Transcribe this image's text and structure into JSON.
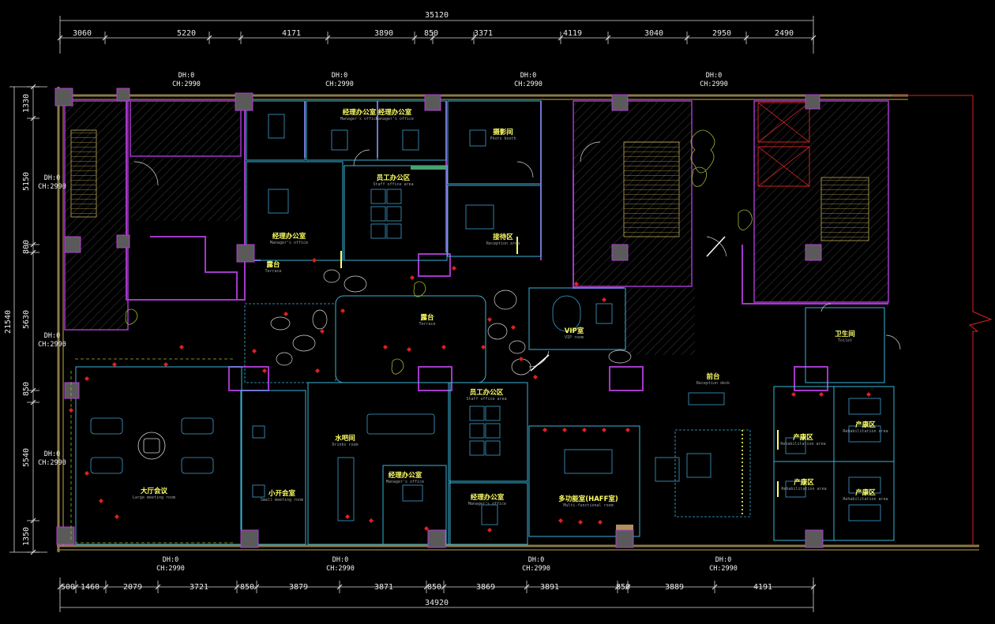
{
  "top_dims": {
    "total": "35120",
    "segments": [
      "3060",
      "5220",
      "4171",
      "3890",
      "850",
      "3371",
      "4119",
      "3040",
      "2950",
      "2490"
    ]
  },
  "bottom_dims": {
    "total": "34920",
    "segments": [
      "500",
      "1460",
      "2079",
      "3721",
      "850",
      "3879",
      "3871",
      "850",
      "3869",
      "3891",
      "850",
      "3889",
      "4191"
    ]
  },
  "left_dims": {
    "total": "21540",
    "segments": [
      "1330",
      "5150",
      "800",
      "5630",
      "850",
      "5540",
      "1350"
    ]
  },
  "heights": {
    "dh": "DH:0",
    "ch": "CH:2990"
  },
  "rooms": {
    "manager_office_1": {
      "name": "经理办公室",
      "sub": "Manager's office"
    },
    "manager_office_2": {
      "name": "经理办公室",
      "sub": "Manager's office"
    },
    "manager_office_3": {
      "name": "经理办公室",
      "sub": "Manager's office"
    },
    "manager_office_4": {
      "name": "经理办公室",
      "sub": "Manager's office"
    },
    "manager_office_5": {
      "name": "经理办公室",
      "sub": "Manager's office"
    },
    "photo_room": {
      "name": "摄影间",
      "sub": "Photo booth"
    },
    "staff_office_1": {
      "name": "员工办公区",
      "sub": "Staff office area"
    },
    "staff_office_2": {
      "name": "员工办公区",
      "sub": "Staff office area"
    },
    "reception_area": {
      "name": "接待区",
      "sub": "Reception area"
    },
    "terrace_1": {
      "name": "露台",
      "sub": "Terrace"
    },
    "terrace_2": {
      "name": "露台",
      "sub": "Terrace"
    },
    "vip_room": {
      "name": "VIP室",
      "sub": "VIP room"
    },
    "toilet": {
      "name": "卫生间",
      "sub": "Toilet"
    },
    "front_desk": {
      "name": "前台",
      "sub": "Reception desk"
    },
    "large_meeting": {
      "name": "大厅会议",
      "sub": "Large meeting room"
    },
    "small_meeting": {
      "name": "小开会室",
      "sub": "Small meeting room"
    },
    "water_bar": {
      "name": "水吧间",
      "sub": "Drinks room"
    },
    "multi_meeting": {
      "name": "多功能室(HAFF室)",
      "sub": "Multi-functional room"
    },
    "rehab_1": {
      "name": "产康区",
      "sub": "Rehabilitation area"
    },
    "rehab_2": {
      "name": "产康区",
      "sub": "Rehabilitation area"
    },
    "rehab_3": {
      "name": "产康区",
      "sub": "Rehabilitation area"
    },
    "rehab_4": {
      "name": "产康区",
      "sub": "Rehabilitation area"
    }
  },
  "colors": {
    "background": "#000000",
    "wall": "#8a7a48",
    "partition_purple": "#a338c8",
    "furniture_cyan": "#3fa0d0",
    "label_yellow": "#ffff66",
    "plant_green": "#9ab830",
    "red_marker": "#e02020"
  }
}
